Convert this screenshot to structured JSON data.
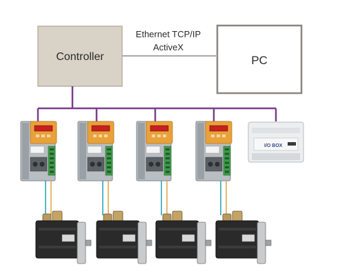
{
  "controller": {
    "label": "Controller",
    "fill": "#d9d2c7",
    "border": "#b9b0a4"
  },
  "pc": {
    "label": "PC",
    "border": "#8a8580"
  },
  "link": {
    "line1": "Ethernet TCP/IP",
    "line2": "ActiveX"
  },
  "bus": {
    "color": "#7b3f8e"
  },
  "drives": [
    {
      "id": "drive-1"
    },
    {
      "id": "drive-2"
    },
    {
      "id": "drive-3"
    },
    {
      "id": "drive-4"
    }
  ],
  "io_module": {
    "brand_text": "I/O BOX"
  },
  "motors": [
    {
      "id": "motor-1"
    },
    {
      "id": "motor-2"
    },
    {
      "id": "motor-3"
    },
    {
      "id": "motor-4"
    }
  ],
  "colors": {
    "drive_orange": "#e9a13a",
    "display_red": "#c8201f",
    "cable_teal": "#2aa7b8",
    "cable_orange": "#e2a84a",
    "motor_body": "#2a2a2a"
  }
}
